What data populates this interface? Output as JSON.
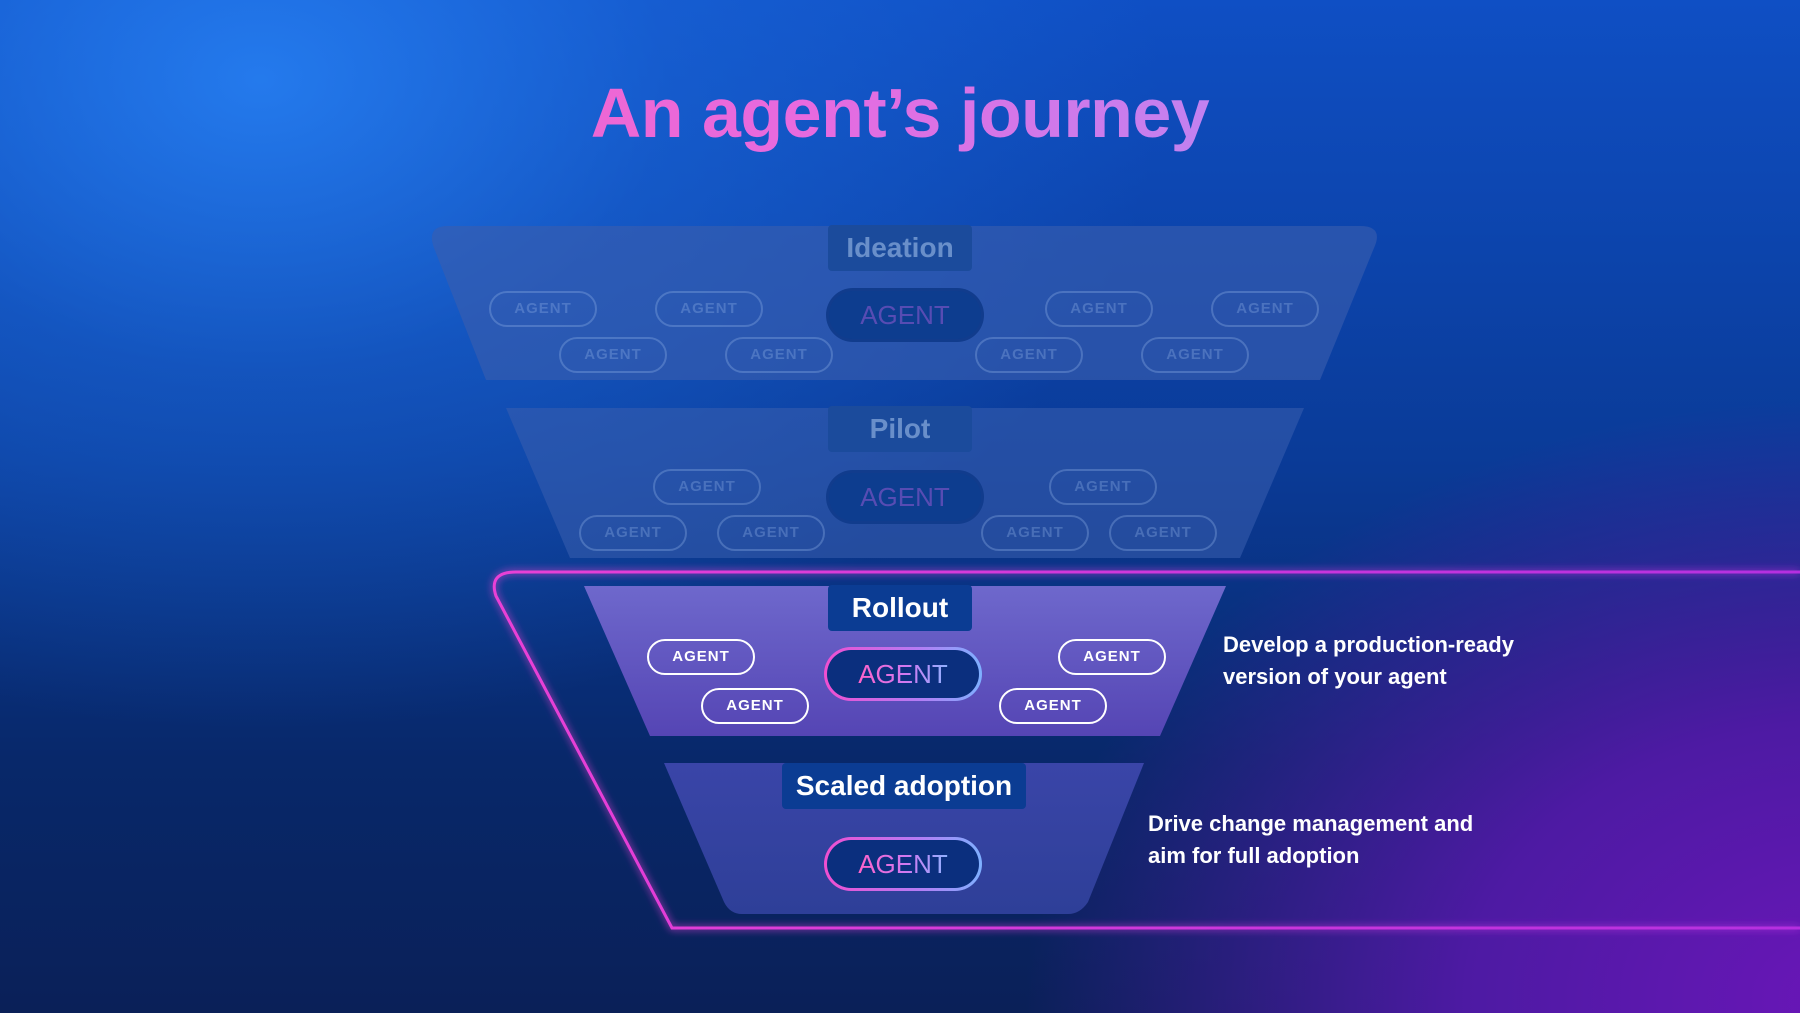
{
  "title": "An agent’s journey",
  "accent_colors": {
    "title_gradient": [
      "#ff5fb7",
      "#9fa2ff"
    ],
    "highlight_outline": "#d63ee6",
    "label_box": "#0b3c93"
  },
  "stages": [
    {
      "label": "Ideation",
      "state": "dimmed",
      "main_agent": "AGENT",
      "agents": [
        "AGENT",
        "AGENT",
        "AGENT",
        "AGENT",
        "AGENT",
        "AGENT",
        "AGENT",
        "AGENT"
      ]
    },
    {
      "label": "Pilot",
      "state": "dimmed",
      "main_agent": "AGENT",
      "agents": [
        "AGENT",
        "AGENT",
        "AGENT",
        "AGENT",
        "AGENT",
        "AGENT"
      ]
    },
    {
      "label": "Rollout",
      "state": "highlighted",
      "main_agent": "AGENT",
      "agents": [
        "AGENT",
        "AGENT",
        "AGENT",
        "AGENT"
      ],
      "description": [
        "Develop a production-ready",
        "version of your agent"
      ]
    },
    {
      "label": "Scaled adoption",
      "state": "highlighted",
      "main_agent": "AGENT",
      "agents": [],
      "description": [
        "Drive change management and",
        "aim for full adoption"
      ]
    }
  ]
}
